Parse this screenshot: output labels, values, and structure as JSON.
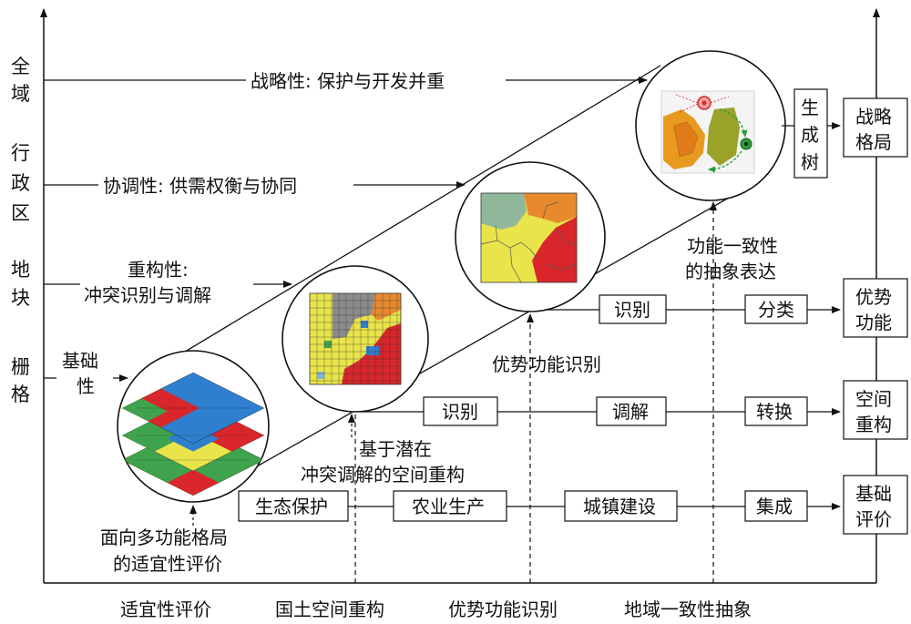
{
  "y_axis_labels": {
    "region": [
      "全",
      "域"
    ],
    "district": [
      "行",
      "政",
      "区"
    ],
    "parcel": [
      "地",
      "块"
    ],
    "grid": [
      "栅",
      "格"
    ]
  },
  "x_axis_labels": [
    "适宜性评价",
    "国土空间重构",
    "优势功能识别",
    "地域一致性抽象"
  ],
  "level_labels": {
    "strategic": "战略性: 保护与开发并重",
    "coordination": "协调性: 供需权衡与协同",
    "reconstruction": [
      "重构性:",
      "冲突识别与调解"
    ],
    "basic": [
      "基础",
      "性"
    ]
  },
  "stage_captions": {
    "suitability": [
      "面向多功能格局",
      "的适宜性评价"
    ],
    "reconstruction": [
      "基于潜在",
      "冲突调解的空间重构"
    ],
    "dominant": "优势功能识别",
    "abstraction": [
      "功能一致性",
      "的抽象表达"
    ]
  },
  "row_bottom_boxes": {
    "eco": "生态保护",
    "agri": "农业生产",
    "urban": "城镇建设",
    "integrate": "集成"
  },
  "row_conflict_boxes": {
    "identify": "识别",
    "mediate": "调解",
    "transform": "转换"
  },
  "row_dominant_boxes": {
    "identify": "识别",
    "classify": "分类"
  },
  "tree_box": [
    "生",
    "成",
    "树"
  ],
  "output_boxes": {
    "strategy": [
      "战略",
      "格局"
    ],
    "dominant": [
      "优势",
      "功能"
    ],
    "reconstruct": [
      "空间",
      "重构"
    ],
    "basic": [
      "基础",
      "评价"
    ]
  },
  "colors": {
    "line": "#111111",
    "red": "#d9262a",
    "yellow": "#e9e44a",
    "orange": "#e8892c",
    "grey": "#8c8c8c",
    "blue": "#2f7fcf",
    "green": "#3fa34d",
    "olive": "#9aa22a"
  }
}
